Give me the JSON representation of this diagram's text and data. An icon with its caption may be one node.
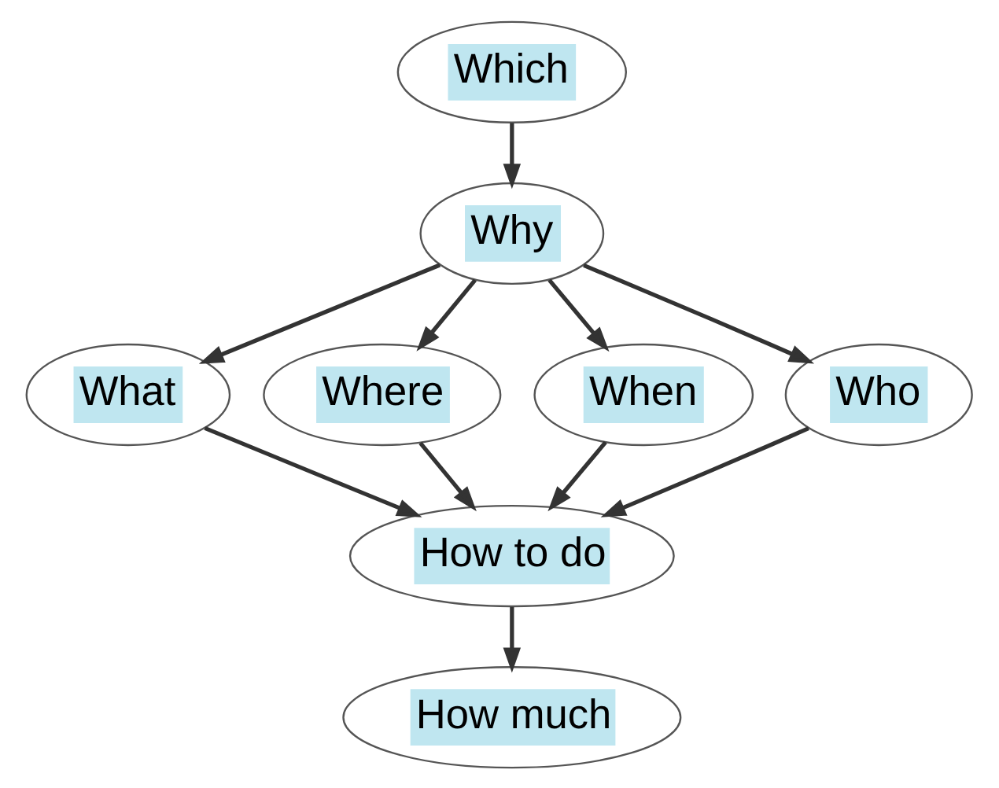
{
  "diagram": {
    "nodes": [
      {
        "text": [
          "Which"
        ]
      },
      {
        "text": [
          "Why"
        ]
      },
      {
        "text": [
          "What"
        ]
      },
      {
        "text": [
          "Where"
        ]
      },
      {
        "text": [
          "When"
        ]
      },
      {
        "text": [
          "Who"
        ]
      },
      {
        "text": [
          "How to do"
        ]
      },
      {
        "text": [
          "How much"
        ]
      }
    ],
    "edges": [
      {
        "from": 0,
        "to": 1,
        "arrow": "to"
      },
      {
        "from": 1,
        "to": 2,
        "arrow": "to"
      },
      {
        "from": 1,
        "to": 3,
        "arrow": "to"
      },
      {
        "from": 1,
        "to": 4,
        "arrow": "to"
      },
      {
        "from": 1,
        "to": 5,
        "arrow": "to"
      },
      {
        "from": 2,
        "to": 6,
        "arrow": "to"
      },
      {
        "from": 3,
        "to": 6,
        "arrow": "to"
      },
      {
        "from": 4,
        "to": 6,
        "arrow": "to"
      },
      {
        "from": 5,
        "to": 6,
        "arrow": "to"
      },
      {
        "from": 6,
        "to": 7,
        "arrow": "to"
      }
    ]
  }
}
